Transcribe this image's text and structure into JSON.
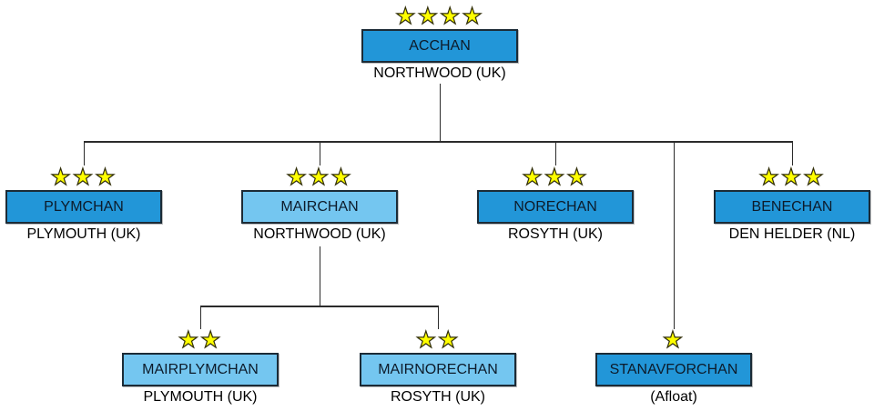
{
  "colors": {
    "box_dark": "#2296d8",
    "box_light": "#74c6f0",
    "star_fill": "#ffff00",
    "line": "#2b2b2b"
  },
  "nodes": {
    "acchan": {
      "name": "ACCHAN",
      "location": "NORTHWOOD (UK)",
      "stars": 4,
      "shade": "dark"
    },
    "plymchan": {
      "name": "PLYMCHAN",
      "location": "PLYMOUTH (UK)",
      "stars": 3,
      "shade": "dark"
    },
    "mairchan": {
      "name": "MAIRCHAN",
      "location": "NORTHWOOD (UK)",
      "stars": 3,
      "shade": "light"
    },
    "norechan": {
      "name": "NORECHAN",
      "location": "ROSYTH (UK)",
      "stars": 3,
      "shade": "dark"
    },
    "benechan": {
      "name": "BENECHAN",
      "location": "DEN HELDER (NL)",
      "stars": 3,
      "shade": "dark"
    },
    "mairplymchan": {
      "name": "MAIRPLYMCHAN",
      "location": "PLYMOUTH (UK)",
      "stars": 2,
      "shade": "light"
    },
    "mairnorechan": {
      "name": "MAIRNORECHAN",
      "location": "ROSYTH (UK)",
      "stars": 2,
      "shade": "light"
    },
    "stanavforchan": {
      "name": "STANAVFORCHAN",
      "location": "(Afloat)",
      "stars": 1,
      "shade": "dark"
    }
  },
  "hierarchy": {
    "root": "ACCHAN",
    "children": {
      "ACCHAN": [
        "PLYMCHAN",
        "MAIRCHAN",
        "NORECHAN",
        "BENECHAN",
        "STANAVFORCHAN"
      ],
      "MAIRCHAN": [
        "MAIRPLYMCHAN",
        "MAIRNORECHAN"
      ]
    }
  }
}
